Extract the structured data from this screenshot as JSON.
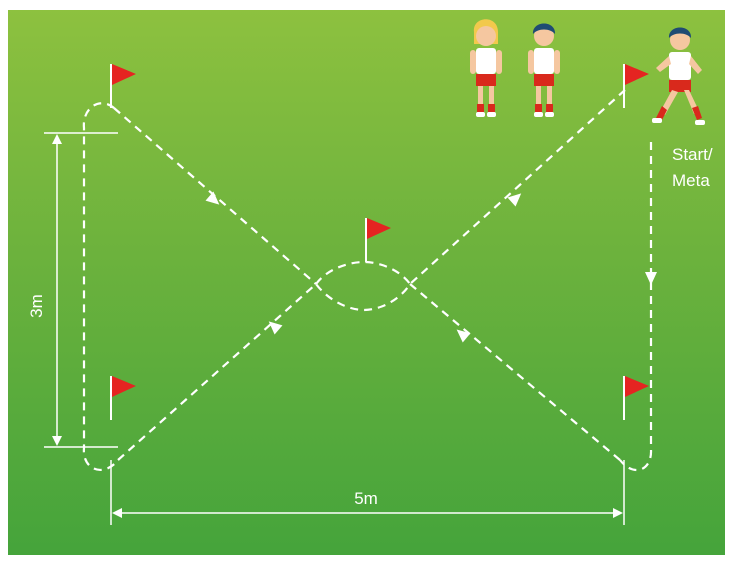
{
  "labels": {
    "start_line1": "Start/",
    "start_line2": "Meta",
    "height": "3m",
    "width": "5m"
  },
  "colors": {
    "flag": "#e52421",
    "line": "#ffffff",
    "shirt": "#ffffff",
    "shorts": "#d9291c"
  }
}
